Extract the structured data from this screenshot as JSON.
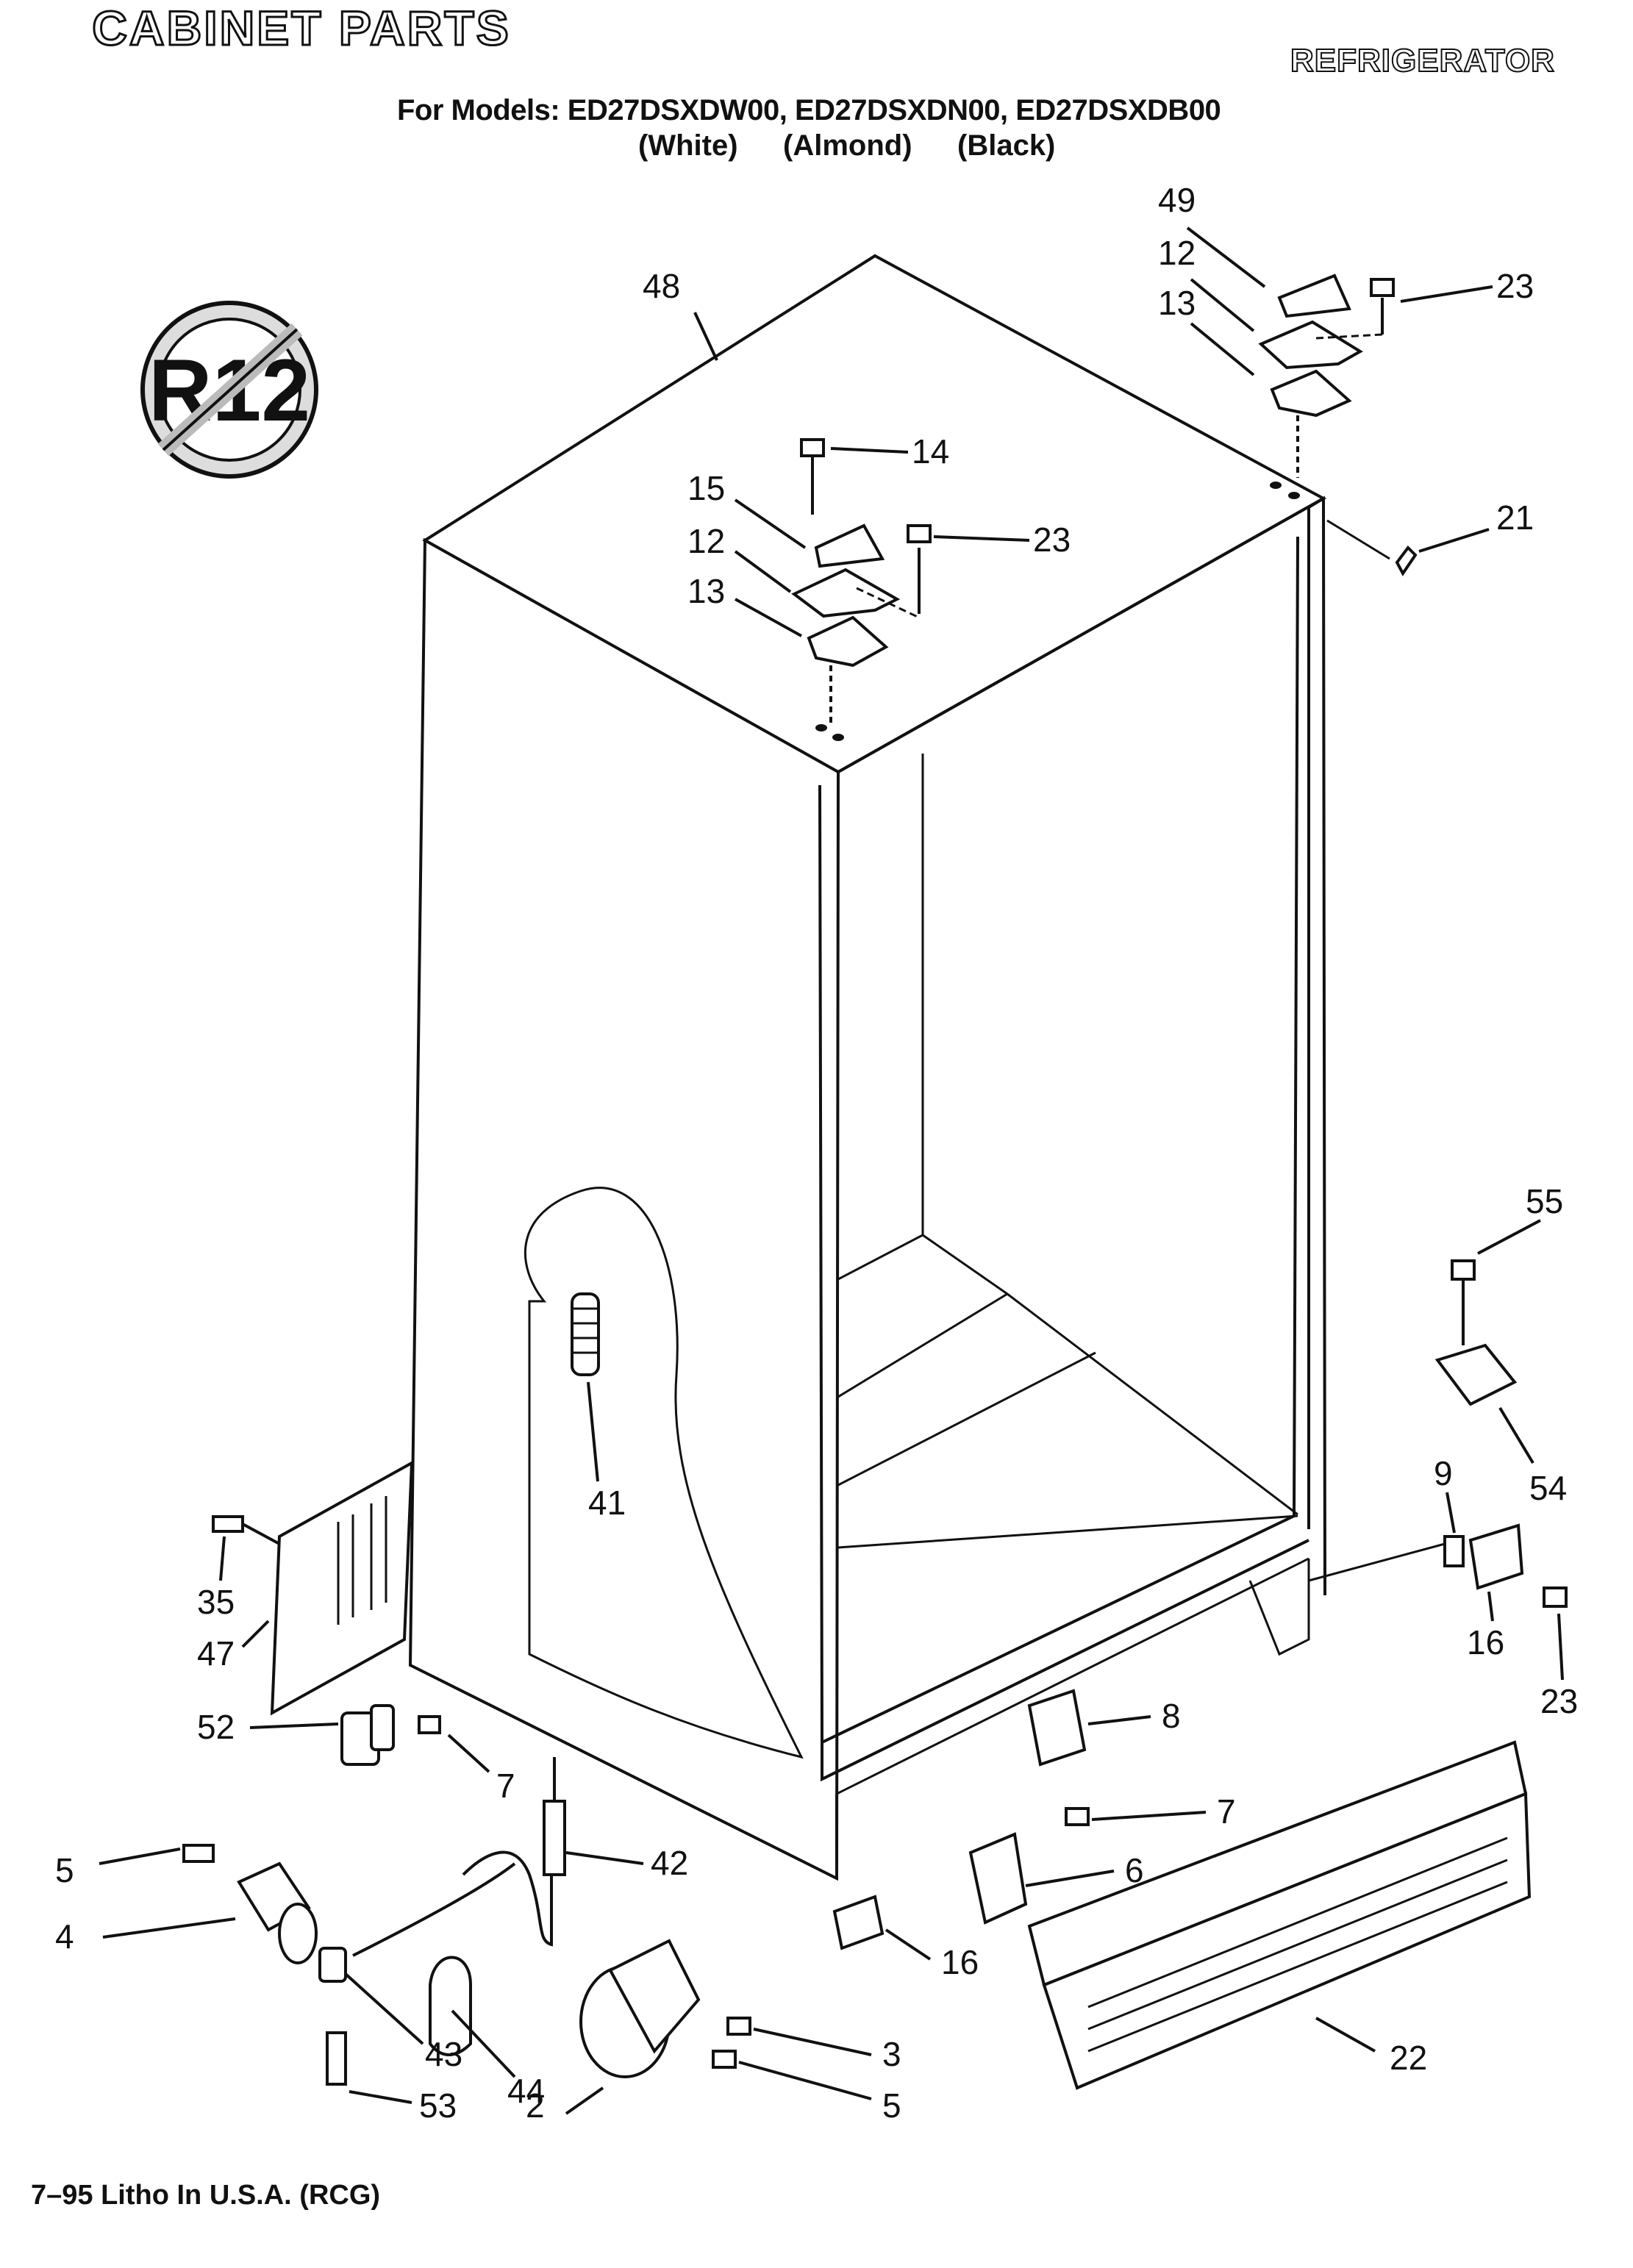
{
  "header": {
    "title": "CABINET PARTS",
    "category": "REFRIGERATOR",
    "models_line": "For Models: ED27DSXDW00, ED27DSXDN00, ED27DSXDB00",
    "colors": [
      "(White)",
      "(Almond)",
      "(Black)"
    ]
  },
  "badge": {
    "text": "R12",
    "icon": "no-r12-refrigerant-icon"
  },
  "callouts": [
    "48",
    "49",
    "12",
    "13",
    "23",
    "14",
    "15",
    "12",
    "23",
    "13",
    "21",
    "41",
    "55",
    "9",
    "54",
    "35",
    "47",
    "52",
    "7",
    "8",
    "16",
    "23",
    "5",
    "7",
    "42",
    "4",
    "6",
    "16",
    "43",
    "44",
    "3",
    "53",
    "2",
    "5",
    "22"
  ],
  "footer": {
    "note": "7–95 Litho In U.S.A. (RCG)"
  }
}
